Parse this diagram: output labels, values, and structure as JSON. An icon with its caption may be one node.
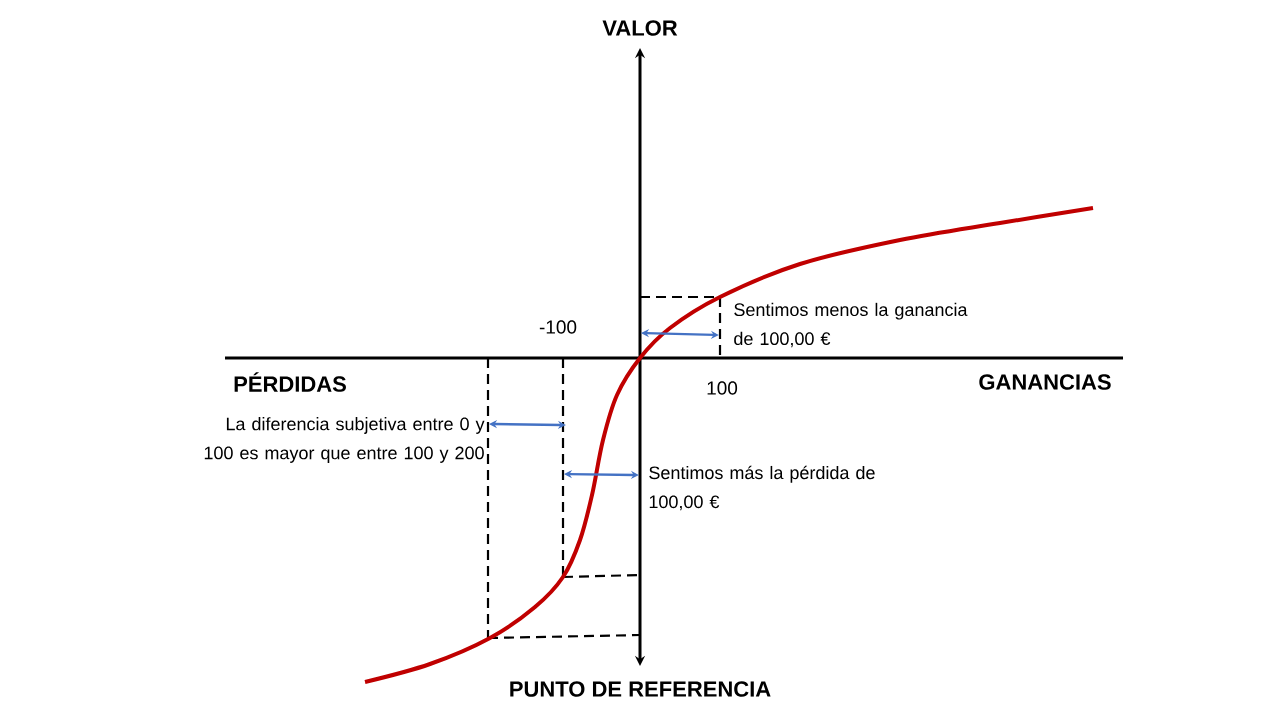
{
  "diagram": {
    "labels": [
      "VALOR",
      "-100",
      "Sentimos menos la ganancia de 100,00 €",
      "PÉRDIDAS",
      "GANANCIAS",
      "100",
      "La diferencia subjetiva entre 0 y 100 es mayor que entre 100 y 200",
      "Sentimos más la pérdida de 100,00 €",
      "PUNTO DE REFERENCIA"
    ]
  }
}
